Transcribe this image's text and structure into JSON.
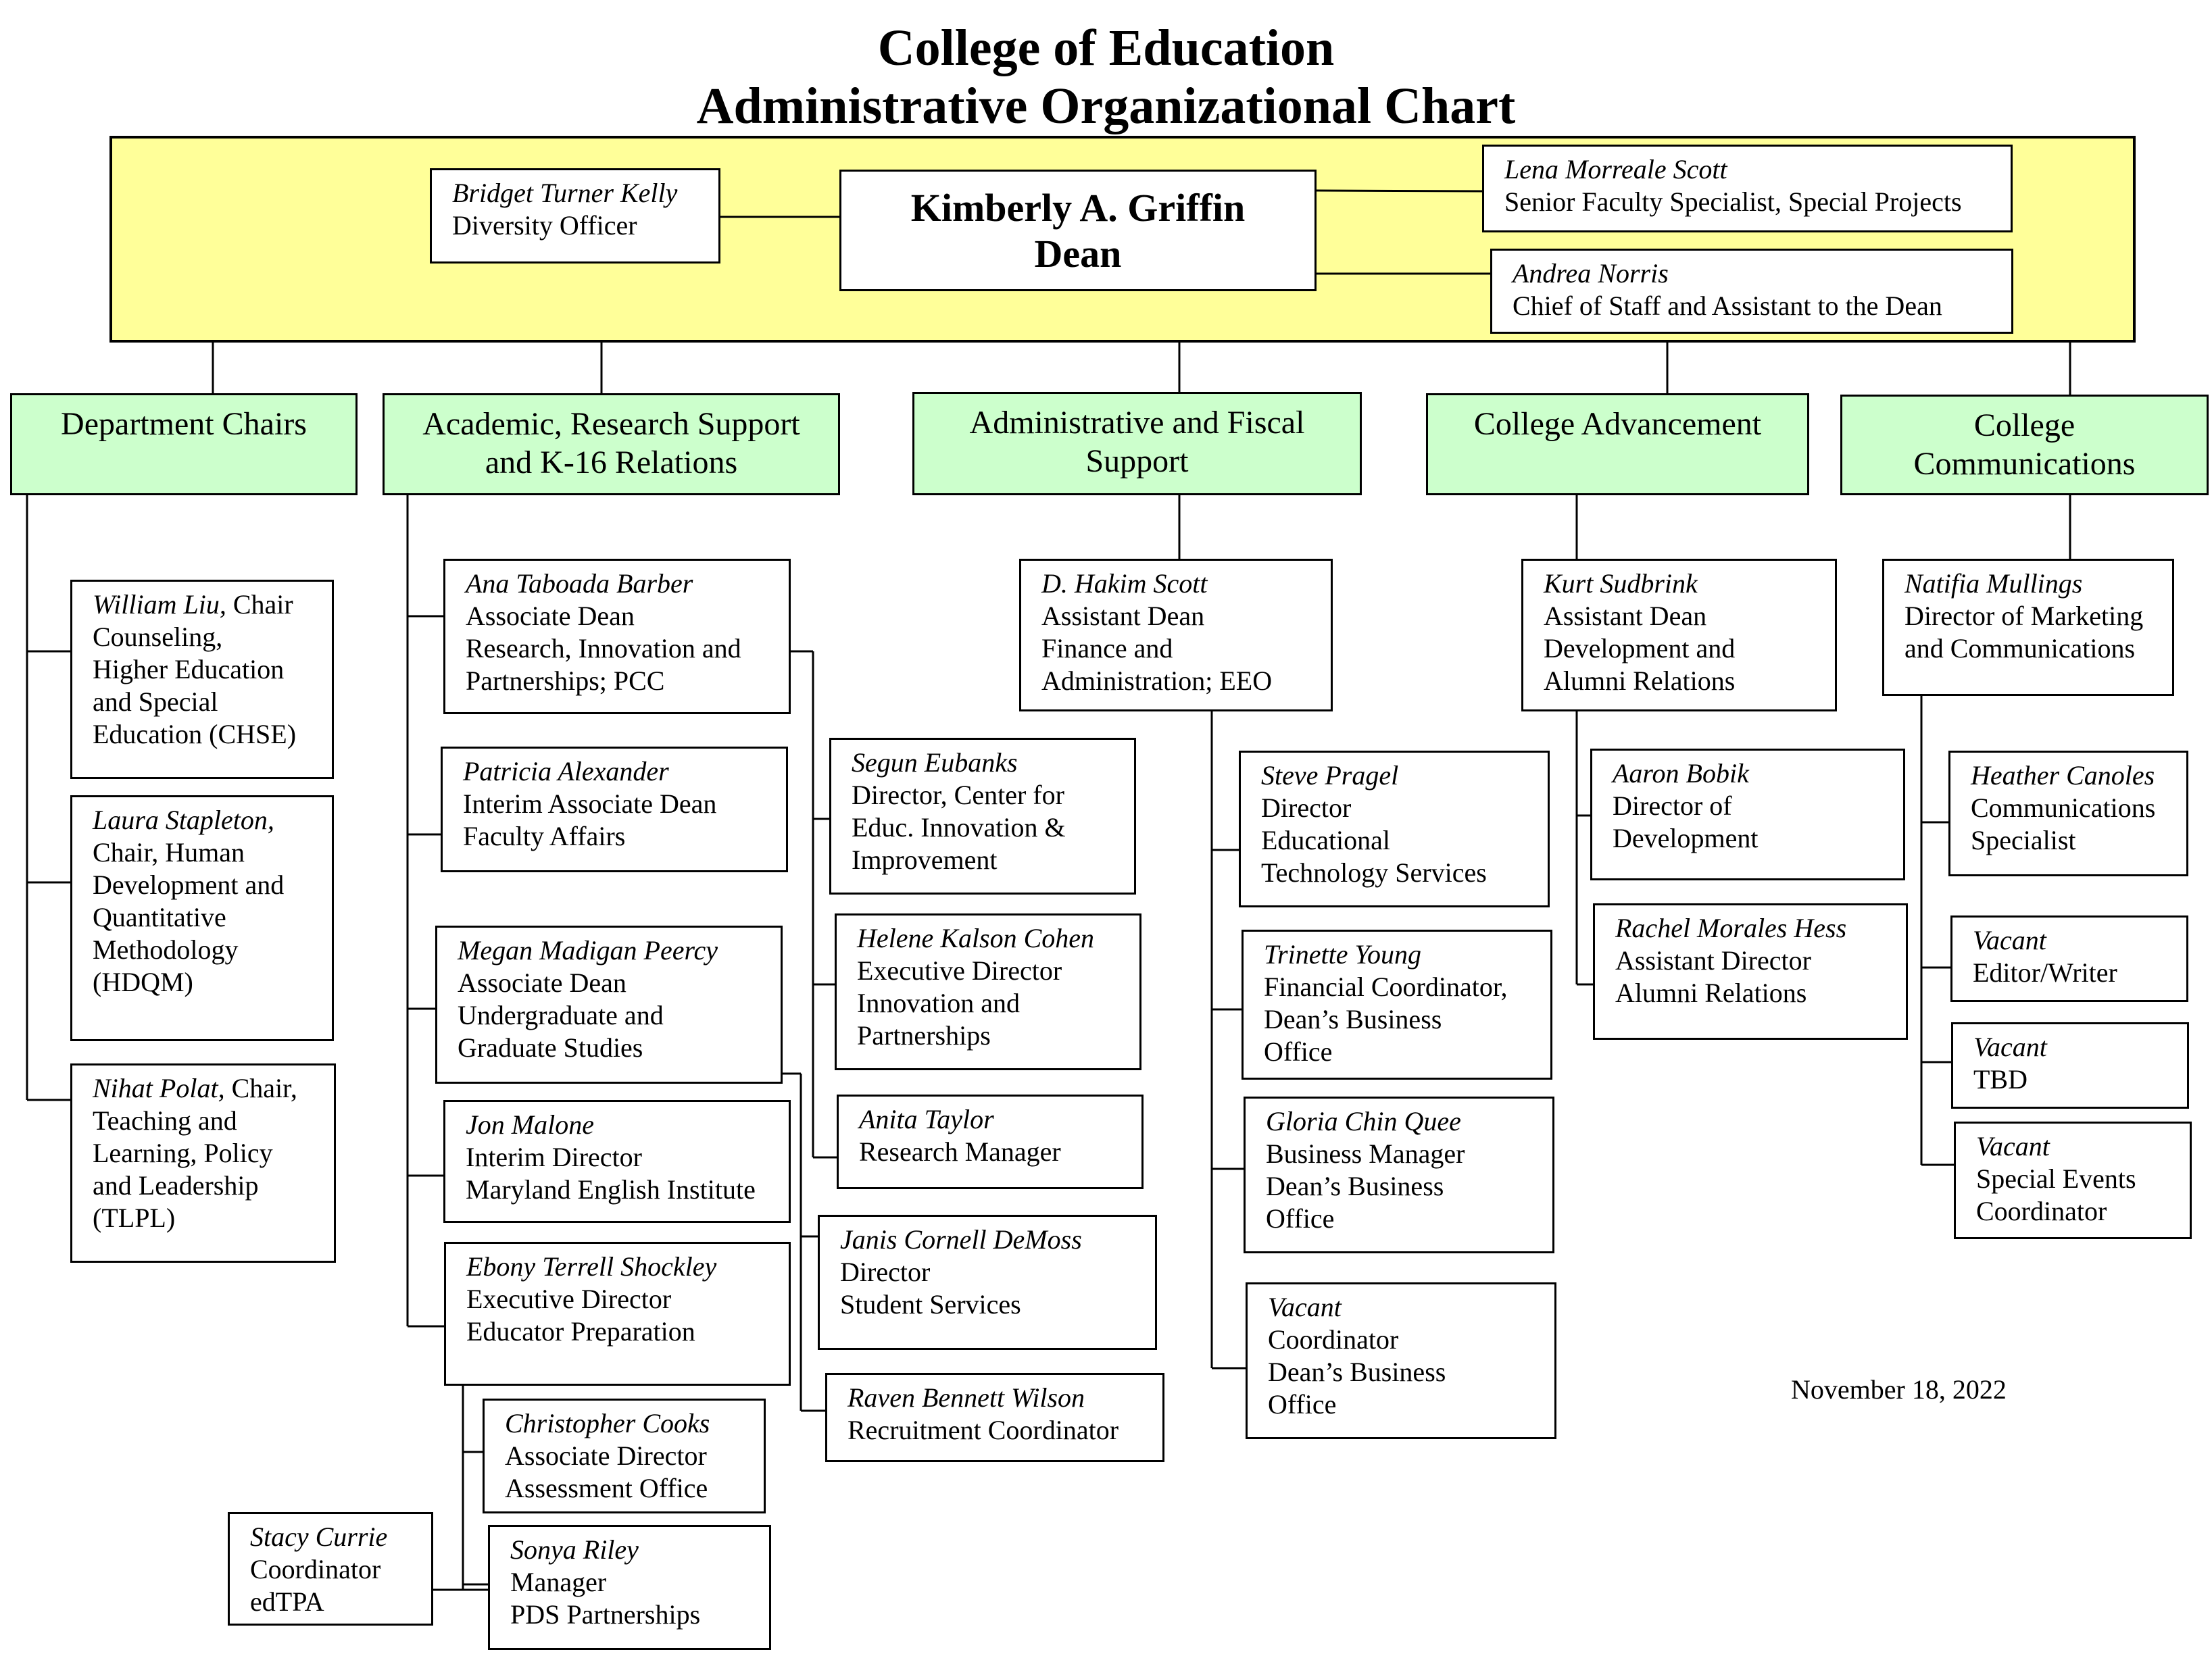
{
  "header": {
    "title_line1": "College of Education",
    "title_line2": "Administrative Organizational Chart"
  },
  "dean": {
    "name": "Kimberly A. Griffin",
    "role": "Dean"
  },
  "leadership": {
    "diversity": {
      "name": "Bridget Turner Kelly",
      "lines": [
        "Diversity Officer"
      ]
    },
    "senior": {
      "name": "Lena Morreale Scott",
      "lines": [
        "Senior Faculty Specialist, Special Projects"
      ]
    },
    "chief": {
      "name": "Andrea Norris",
      "lines": [
        "Chief of Staff and Assistant to the Dean"
      ]
    }
  },
  "divisions": {
    "chairs": {
      "label": [
        "Department Chairs"
      ]
    },
    "academic": {
      "label": [
        "Academic, Research Support",
        "and K-16 Relations"
      ]
    },
    "admin": {
      "label": [
        "Administrative and Fiscal",
        "Support"
      ]
    },
    "advancement": {
      "label": [
        "College Advancement"
      ]
    },
    "communications": {
      "label": [
        "College",
        "Communications"
      ]
    }
  },
  "people": {
    "liu": {
      "name": "William Liu,",
      "inline": " Chair",
      "lines": [
        "Counseling,",
        "Higher Education",
        "and Special",
        "Education (CHSE)"
      ]
    },
    "stapleton": {
      "name": "Laura Stapleton,",
      "inline": "",
      "lines": [
        "Chair, Human",
        "Development and",
        "Quantitative",
        "Methodology",
        "(HDQM)"
      ]
    },
    "polat": {
      "name": "Nihat Polat,",
      "inline": " Chair,",
      "lines": [
        "Teaching and",
        "Learning, Policy",
        "and Leadership",
        "(TLPL)"
      ]
    },
    "barber": {
      "name": "Ana Taboada Barber",
      "lines": [
        "Associate Dean",
        "Research, Innovation and",
        "Partnerships; PCC"
      ]
    },
    "alexander": {
      "name": "Patricia Alexander",
      "lines": [
        "Interim Associate Dean",
        "Faculty Affairs"
      ]
    },
    "peercy": {
      "name": "Megan Madigan Peercy",
      "lines": [
        "Associate Dean",
        "Undergraduate and",
        "Graduate Studies"
      ]
    },
    "malone": {
      "name": "Jon Malone",
      "lines": [
        "Interim Director",
        "Maryland English Institute"
      ]
    },
    "shockley": {
      "name": "Ebony Terrell Shockley",
      "lines": [
        "Executive Director",
        "Educator Preparation"
      ]
    },
    "cooks": {
      "name": "Christopher Cooks",
      "lines": [
        "Associate Director",
        "Assessment Office"
      ]
    },
    "riley": {
      "name": "Sonya Riley",
      "lines": [
        "Manager",
        "PDS Partnerships"
      ]
    },
    "currie": {
      "name": "Stacy Currie",
      "lines": [
        "Coordinator",
        "edTPA"
      ]
    },
    "eubanks": {
      "name": "Segun Eubanks",
      "lines": [
        "Director, Center for",
        "Educ. Innovation &",
        "Improvement"
      ]
    },
    "cohen": {
      "name": "Helene Kalson Cohen",
      "lines": [
        "Executive Director",
        "Innovation and",
        "Partnerships"
      ]
    },
    "taylor": {
      "name": "Anita Taylor",
      "lines": [
        "Research Manager"
      ]
    },
    "demoss": {
      "name": "Janis Cornell DeMoss",
      "lines": [
        "Director",
        "Student Services"
      ]
    },
    "wilson": {
      "name": "Raven Bennett Wilson",
      "lines": [
        "Recruitment Coordinator"
      ]
    },
    "hscott": {
      "name": "D. Hakim Scott",
      "lines": [
        "Assistant Dean",
        "Finance and",
        "Administration; EEO"
      ]
    },
    "pragel": {
      "name": "Steve Pragel",
      "lines": [
        "Director",
        "Educational",
        "Technology Services"
      ]
    },
    "young": {
      "name": "Trinette Young",
      "lines": [
        "Financial Coordinator,",
        "Dean’s Business",
        "Office"
      ]
    },
    "quee": {
      "name": "Gloria Chin Quee",
      "lines": [
        "Business Manager",
        "Dean’s Business",
        "Office"
      ]
    },
    "vacant_coord": {
      "name": "Vacant",
      "lines": [
        "Coordinator",
        "Dean’s Business",
        "Office"
      ]
    },
    "sudbrink": {
      "name": "Kurt Sudbrink",
      "lines": [
        "Assistant Dean",
        "Development and",
        "Alumni Relations"
      ]
    },
    "bobik": {
      "name": "Aaron Bobik",
      "lines": [
        "Director of",
        "Development"
      ]
    },
    "hess": {
      "name": "Rachel Morales Hess",
      "lines": [
        "Assistant Director",
        "Alumni Relations"
      ]
    },
    "mullings": {
      "name": "Natifia Mullings",
      "lines": [
        "Director of Marketing",
        "and Communications"
      ]
    },
    "canoles": {
      "name": "Heather Canoles",
      "lines": [
        "Communications",
        "Specialist"
      ]
    },
    "vacant_editor": {
      "name": "Vacant",
      "lines": [
        "Editor/Writer"
      ]
    },
    "vacant_tbd": {
      "name": "Vacant",
      "lines": [
        "TBD"
      ]
    },
    "vacant_events": {
      "name": "Vacant",
      "lines": [
        "Special Events",
        "Coordinator"
      ]
    }
  },
  "footer": {
    "date": "November 18, 2022"
  },
  "colors": {
    "top_band": "#ffff99",
    "division": "#ccffcc",
    "line": "#000000"
  }
}
